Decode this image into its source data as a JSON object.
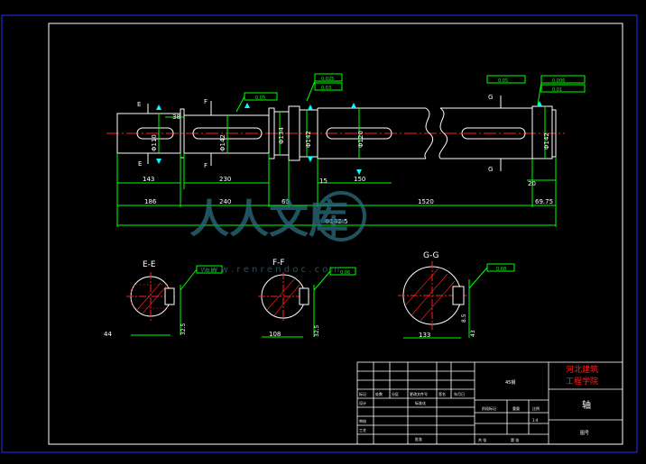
{
  "colors": {
    "background": "#000000",
    "frame": "#2b2bff",
    "outline": "#ffffff",
    "dimension": "#00ff00",
    "center_line": "#ff2020",
    "section_label": "#ffffff",
    "hatch": "#ff2020",
    "leader": "#00ffff",
    "title_text": "#ffffff",
    "title_block_header": "#ff0000",
    "watermark": "#2a6f7f"
  },
  "drawing": {
    "sections": {
      "e": "E-E",
      "f": "F-F",
      "g": "G-G"
    },
    "view_markers": {
      "e_top": "E",
      "f_top": "F",
      "g_top": "G",
      "e_bottom": "E",
      "f_bottom": "F",
      "g_bottom": "G"
    },
    "dims_upper": {
      "d1": "143",
      "d2": "38",
      "d3": "230",
      "d4": "150",
      "d5": "20"
    },
    "dims_lower": {
      "d1": "186",
      "d2": "240",
      "d3": "65",
      "d4": "15",
      "d5": "1520",
      "d6": "69.75"
    },
    "total_length": "Φ142.5",
    "diameters": {
      "d1": "Φ110",
      "d2": "Φ142",
      "d3": "Φ134",
      "d4": "Φ142",
      "d5": "Φ120",
      "d6": "Φ142"
    },
    "tolerances": {
      "t1": "0.05",
      "t2": "0.025",
      "t3": "0.03",
      "t4": "0.05",
      "t5": "0.006",
      "t6": "0.01"
    },
    "section_dims": {
      "e_width": "44",
      "e_height": "32.5",
      "f_width": "108",
      "f_height": "32.5",
      "g_width": "133",
      "g_height": "43",
      "g_depth": "8.5"
    },
    "section_tolerances": {
      "e": "0.05",
      "f": "0.06",
      "g": "0.08"
    }
  },
  "title_block": {
    "school_line1": "河北建筑",
    "school_line2": "工程学院",
    "part_name": "轴",
    "drawing_no": "图号",
    "material": "45钢",
    "small_labels": {
      "mark": "标记",
      "count": "处数",
      "zone": "分区",
      "change_doc": "更改文件号",
      "signature": "签名",
      "date": "年月日",
      "design": "设计",
      "standardize": "标准化",
      "review": "审核",
      "process": "工艺",
      "approve": "批准",
      "stage_mark": "阶段标记",
      "weight": "重量",
      "scale": "比例",
      "scale_value": "1:4",
      "sheet_total": "共 张",
      "sheet_no": "第 张"
    }
  },
  "watermark": {
    "text": "人人文库",
    "url": "w w w . r e n r e n d o c . c o m"
  }
}
